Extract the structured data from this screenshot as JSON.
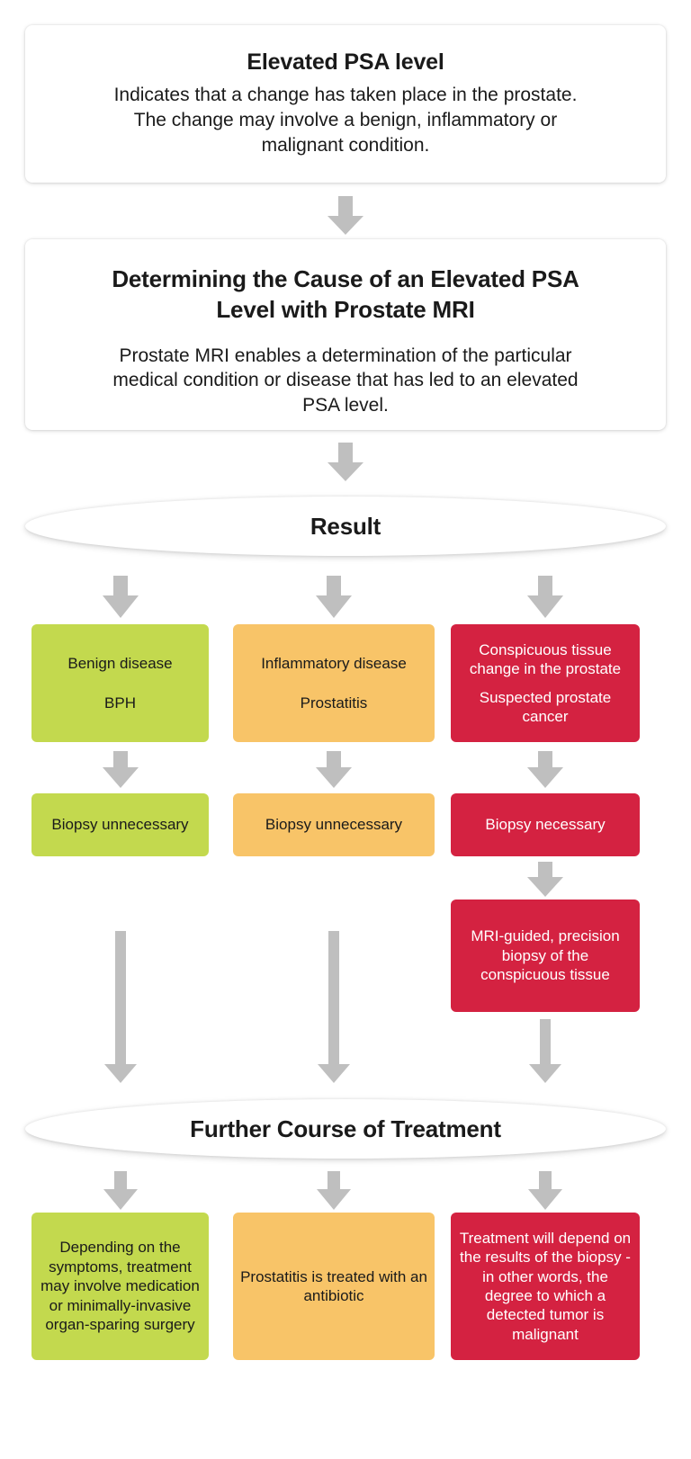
{
  "diagram": {
    "title": "Elevated PSA level diagnostic pathway",
    "colors": {
      "green": "#C3D94E",
      "orange": "#F8C468",
      "red": "#D42241",
      "arrow_gray": "#BFBFBF",
      "card_white": "#FFFFFF",
      "text_dark": "#1A1A1A",
      "text_light": "#FFFFFF"
    }
  },
  "top_card": {
    "title": "Elevated PSA level",
    "body_line_1": "Indicates that a change has taken place in the prostate.",
    "body_line_2": "The change may involve a benign, inflammatory or",
    "body_line_3": "malignant condition."
  },
  "mri_card": {
    "title_line_1": "Determining the Cause of an Elevated PSA",
    "title_line_2": "Level with Prostate MRI",
    "body_line_1": "Prostate MRI enables a determination of the particular",
    "body_line_2": "medical condition or disease that has led to an elevated",
    "body_line_3": "PSA level."
  },
  "result_node": {
    "label": "Result"
  },
  "treatment_node": {
    "label": "Further Course of Treatment"
  },
  "result_boxes": [
    {
      "id": "benign",
      "color": "green",
      "line_1": "Benign disease",
      "line_2": "BPH"
    },
    {
      "id": "inflammatory",
      "color": "orange",
      "line_1": "Inflammatory disease",
      "line_2": "Prostatitis"
    },
    {
      "id": "conspicuous",
      "color": "red",
      "line_1": "Conspicuous tissue change in the prostate",
      "line_2": "Suspected prostate cancer"
    }
  ],
  "biopsy_boxes": [
    {
      "id": "biopsy-benign",
      "color": "green",
      "label": "Biopsy unnecessary"
    },
    {
      "id": "biopsy-inflammatory",
      "color": "orange",
      "label": "Biopsy unnecessary"
    },
    {
      "id": "biopsy-suspected",
      "color": "red",
      "label": "Biopsy necessary"
    }
  ],
  "mri_guided_box": {
    "color": "red",
    "label": "MRI-guided, precision biopsy of the conspicuous tissue"
  },
  "treatment_boxes": [
    {
      "id": "treatment-benign",
      "color": "green",
      "label": "Depending on the symptoms, treatment may involve medication or minimally-invasive organ-sparing surgery"
    },
    {
      "id": "treatment-inflammatory",
      "color": "orange",
      "label": "Prostatitis is treated with an antibiotic"
    },
    {
      "id": "treatment-suspected",
      "color": "red",
      "label": "Treatment will depend on the results of the biopsy - in other words, the degree to which a detected tumor is malignant"
    }
  ],
  "connectors": [
    {
      "name": "arrow-top-to-mri",
      "kind": "short-down-arrow"
    },
    {
      "name": "arrow-mri-to-result",
      "kind": "short-down-arrow"
    },
    {
      "name": "arrow-result-to-benign",
      "kind": "short-down-arrow"
    },
    {
      "name": "arrow-result-to-inflammatory",
      "kind": "short-down-arrow"
    },
    {
      "name": "arrow-result-to-conspicuous",
      "kind": "short-down-arrow"
    },
    {
      "name": "arrow-benign-to-biopsy",
      "kind": "short-down-arrow"
    },
    {
      "name": "arrow-inflammatory-to-biopsy",
      "kind": "short-down-arrow"
    },
    {
      "name": "arrow-conspicuous-to-biopsy",
      "kind": "short-down-arrow"
    },
    {
      "name": "arrow-biopsy-to-mri-guided",
      "kind": "short-down-arrow"
    },
    {
      "name": "arrow-biopsy-benign-to-treatment",
      "kind": "long-down-arrow"
    },
    {
      "name": "arrow-biopsy-inflammatory-to-treatment",
      "kind": "long-down-arrow"
    },
    {
      "name": "arrow-mri-guided-to-treatment",
      "kind": "short-down-arrow"
    },
    {
      "name": "arrow-treatment-to-benign-plan",
      "kind": "short-down-arrow"
    },
    {
      "name": "arrow-treatment-to-inflammatory-plan",
      "kind": "short-down-arrow"
    },
    {
      "name": "arrow-treatment-to-suspected-plan",
      "kind": "short-down-arrow"
    }
  ]
}
